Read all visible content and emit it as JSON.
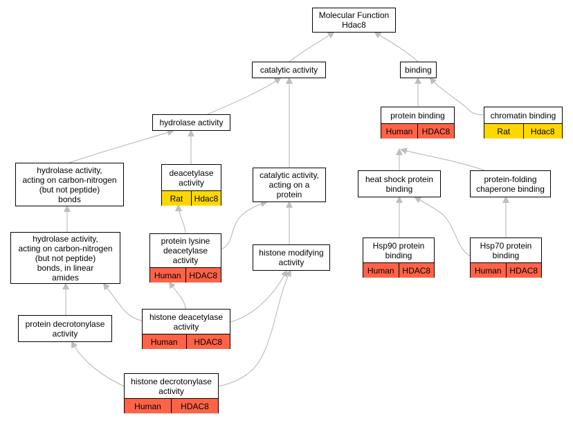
{
  "colors": {
    "human": "#ff6347",
    "rat": "#ffd700",
    "edge": "#bebebe"
  },
  "nodes": {
    "molecular_function": {
      "label": "Molecular Function\nHdac8"
    },
    "catalytic_activity": {
      "label": "catalytic activity"
    },
    "binding": {
      "label": "binding"
    },
    "hydrolase_activity": {
      "label": "hydrolase activity"
    },
    "protein_binding": {
      "label": "protein binding",
      "species": "Human",
      "gene": "HDAC8"
    },
    "chromatin_binding": {
      "label": "chromatin binding",
      "species": "Rat",
      "gene": "Hdac8"
    },
    "hydrolase_cn": {
      "label": "hydrolase activity,\nacting on carbon-nitrogen\n(but not peptide)\nbonds"
    },
    "deacetylase_activity": {
      "label": "deacetylase\nactivity",
      "species": "Rat",
      "gene": "Hdac8"
    },
    "catalytic_on_protein": {
      "label": "catalytic activity,\nacting on a\nprotein"
    },
    "heat_shock_binding": {
      "label": "heat shock protein\nbinding"
    },
    "folding_chaperone": {
      "label": "protein-folding\nchaperone binding"
    },
    "hydrolase_cn_linear": {
      "label": "hydrolase activity,\nacting on carbon-nitrogen\n(but not peptide)\nbonds, in linear\namides"
    },
    "protein_lysine_deacetylase": {
      "label": "protein lysine\ndeacetylase\nactivity",
      "species": "Human",
      "gene": "HDAC8"
    },
    "histone_modifying": {
      "label": "histone modifying\nactivity"
    },
    "hsp90_binding": {
      "label": "Hsp90 protein\nbinding",
      "species": "Human",
      "gene": "HDAC8"
    },
    "hsp70_binding": {
      "label": "Hsp70 protein\nbinding",
      "species": "Human",
      "gene": "HDAC8"
    },
    "protein_decrotonylase": {
      "label": "protein decrotonylase\nactivity"
    },
    "histone_deacetylase": {
      "label": "histone deacetylase\nactivity",
      "species": "Human",
      "gene": "HDAC8"
    },
    "histone_decrotonylase": {
      "label": "histone decrotonylase\nactivity",
      "species": "Human",
      "gene": "HDAC8"
    }
  }
}
